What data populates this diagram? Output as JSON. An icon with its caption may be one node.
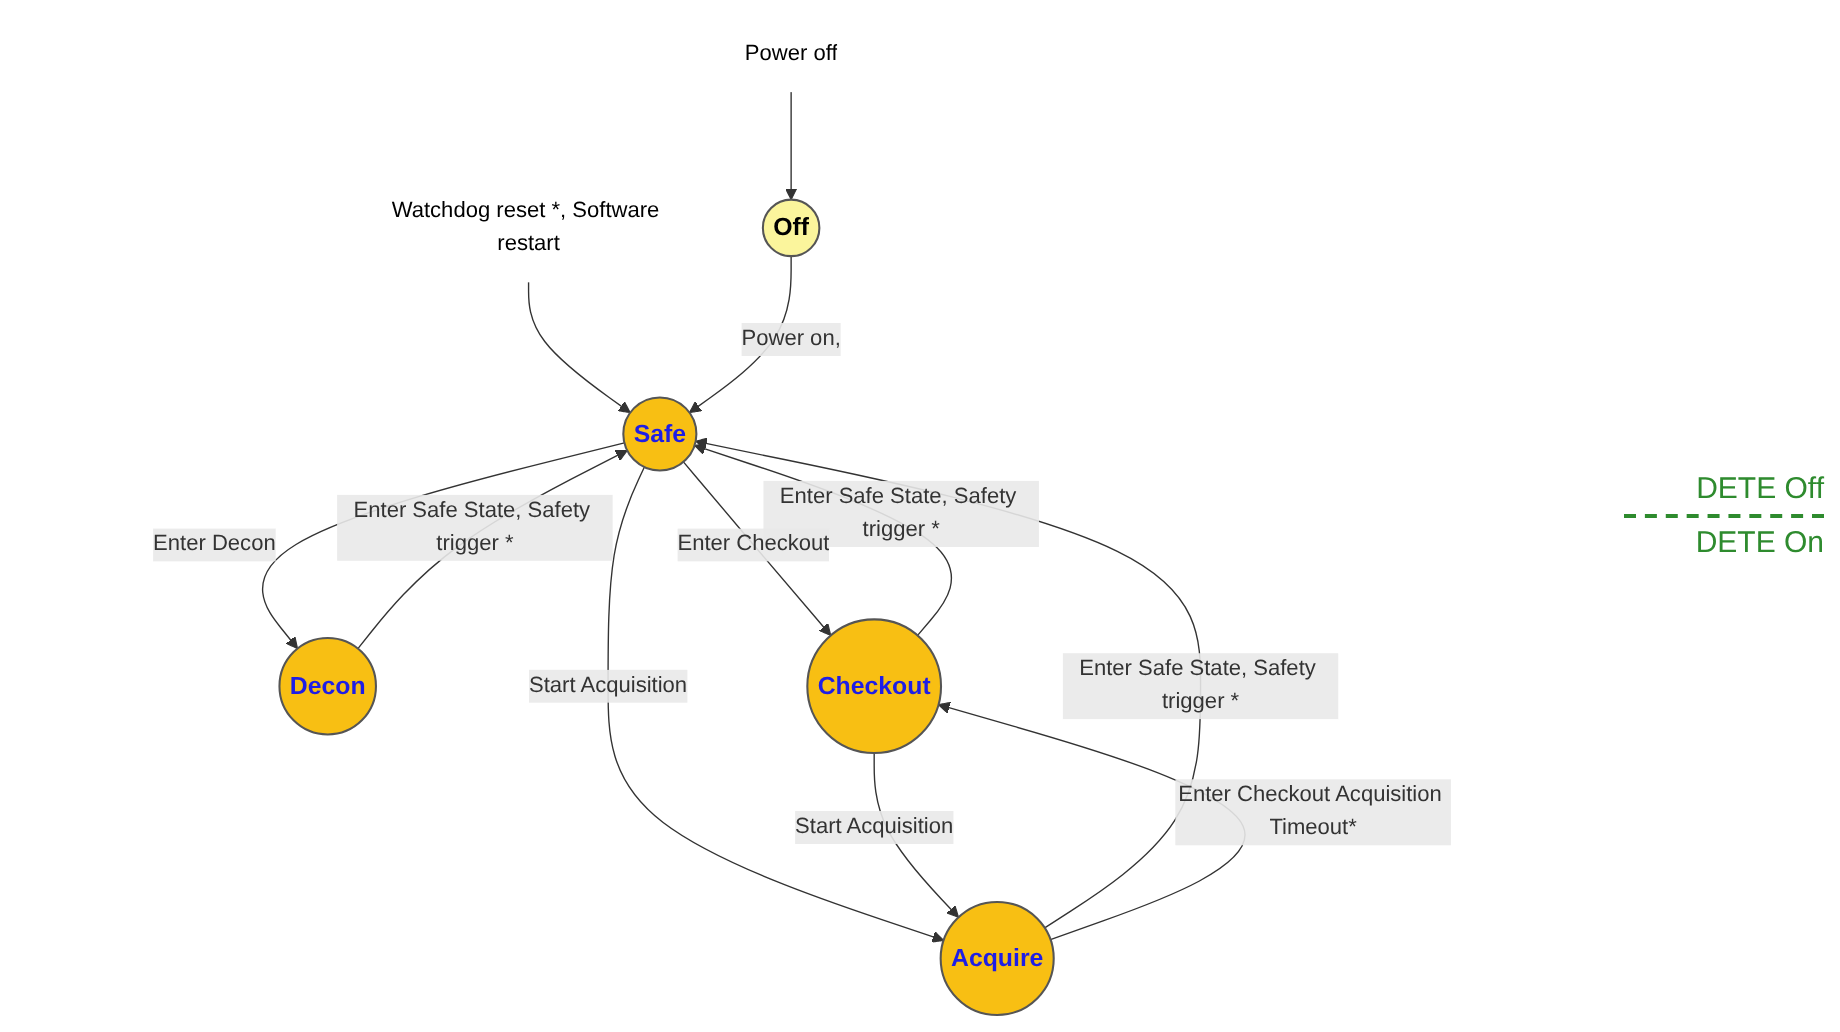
{
  "diagram": {
    "nodes": [
      {
        "text": [
          "Off"
        ]
      },
      {
        "text": [
          "Safe"
        ]
      },
      {
        "text": [
          "Decon"
        ]
      },
      {
        "text": [
          "Checkout"
        ]
      },
      {
        "text": [
          "Acquire"
        ]
      },
      {
        "text": [
          "Power off"
        ]
      },
      {
        "text": [
          "Watchdog reset *, Software restart"
        ]
      }
    ],
    "edges": [
      {
        "from": 5,
        "to": 0,
        "arrow": "to"
      },
      {
        "from": 6,
        "to": 1,
        "arrow": "to"
      },
      {
        "from": 0,
        "to": 1,
        "arrow": "to",
        "label": "Power on,"
      },
      {
        "from": 1,
        "to": 2,
        "arrow": "to",
        "label": "Enter Decon"
      },
      {
        "from": 2,
        "to": 1,
        "arrow": "to",
        "label": "Enter Safe State, Safety trigger *"
      },
      {
        "from": 3,
        "to": 1,
        "arrow": "to",
        "label": "Enter Safe State, Safety trigger *"
      },
      {
        "from": 1,
        "to": 3,
        "arrow": "to",
        "label": "Enter Checkout"
      },
      {
        "from": 1,
        "to": 4,
        "arrow": "to",
        "label": "Start Acquisition"
      },
      {
        "from": 4,
        "to": 1,
        "arrow": "to",
        "label": "Enter Safe State, Safety trigger *"
      },
      {
        "from": 3,
        "to": 4,
        "arrow": "to",
        "label": "Start Acquisition"
      },
      {
        "from": 4,
        "to": 3,
        "arrow": "to",
        "label": "Enter Checkout Acquisition Timeout*"
      }
    ],
    "labels": [
      "DETE Off",
      "DETE On"
    ]
  }
}
